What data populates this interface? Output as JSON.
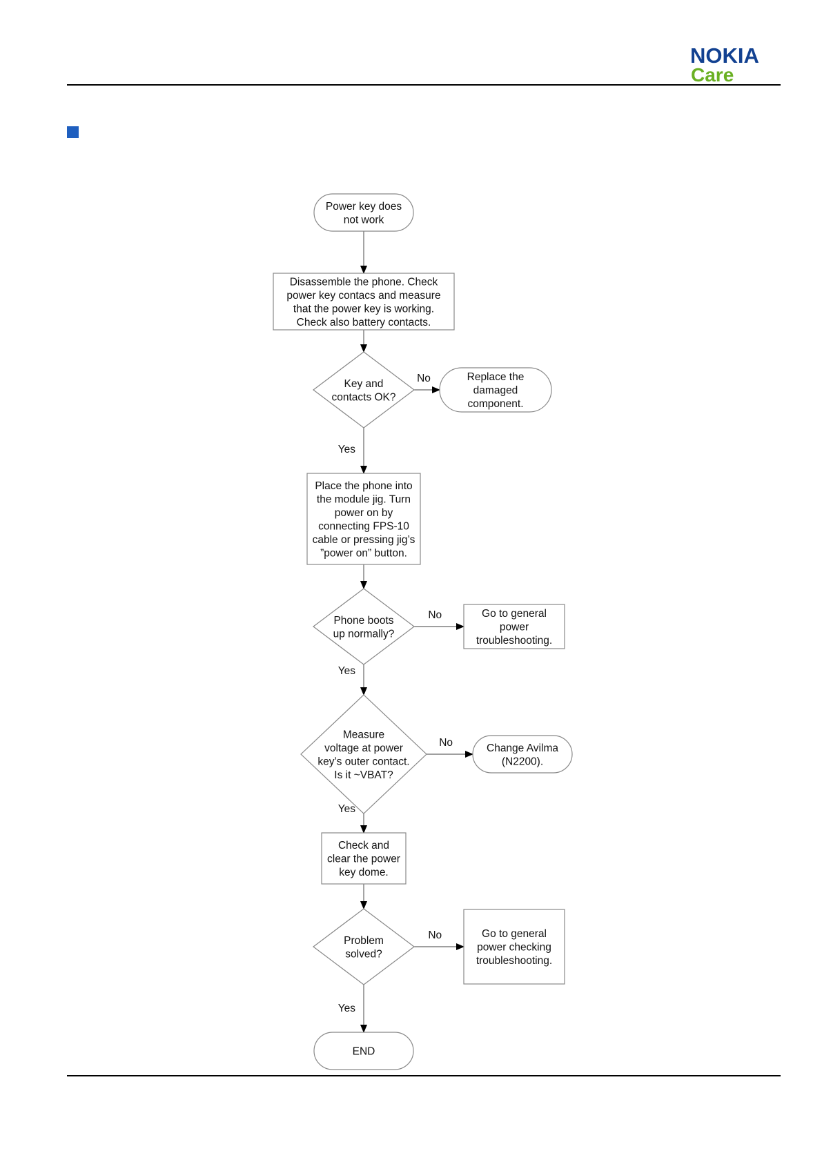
{
  "header": {
    "logo_word": "NOKIA",
    "logo_sub": "Care",
    "brand_colors": {
      "nokia_blue": "#124191",
      "care_green": "#6ab023",
      "bullet_blue": "#1f5fbf"
    }
  },
  "flowchart": {
    "nodes": [
      {
        "id": "start",
        "shape": "terminal",
        "lines": [
          "Power key does",
          "not work"
        ]
      },
      {
        "id": "disassemble",
        "shape": "process",
        "lines": [
          "Disassemble the phone. Check",
          "power key contacs and measure",
          "that the power key is working.",
          "Check also battery contacts."
        ]
      },
      {
        "id": "key_ok",
        "shape": "decision",
        "lines": [
          "Key and",
          "contacts OK?"
        ]
      },
      {
        "id": "replace",
        "shape": "terminal",
        "lines": [
          "Replace the",
          "damaged",
          "component."
        ]
      },
      {
        "id": "jig",
        "shape": "process",
        "lines": [
          "Place the phone into",
          "the module jig. Turn",
          "power on by",
          "connecting FPS-10",
          "cable or pressing jig’s",
          "”power on” button."
        ]
      },
      {
        "id": "boots",
        "shape": "decision",
        "lines": [
          "Phone boots",
          "up normally?"
        ]
      },
      {
        "id": "general1",
        "shape": "process",
        "lines": [
          "Go to general",
          "power",
          "troubleshooting."
        ]
      },
      {
        "id": "measure",
        "shape": "decision",
        "lines": [
          "Measure",
          "voltage at power",
          "key’s outer contact.",
          "Is it ~VBAT?"
        ]
      },
      {
        "id": "avilma",
        "shape": "terminal",
        "lines": [
          "Change Avilma",
          "(N2200)."
        ]
      },
      {
        "id": "dome",
        "shape": "process",
        "lines": [
          "Check and",
          "clear the power",
          "key dome."
        ]
      },
      {
        "id": "solved",
        "shape": "decision",
        "lines": [
          "Problem",
          "solved?"
        ]
      },
      {
        "id": "general2",
        "shape": "process",
        "lines": [
          "Go to general",
          "power checking",
          "troubleshooting."
        ]
      },
      {
        "id": "end",
        "shape": "terminal",
        "lines": [
          "END"
        ]
      }
    ],
    "edges": [
      {
        "from": "start",
        "to": "disassemble",
        "label": ""
      },
      {
        "from": "disassemble",
        "to": "key_ok",
        "label": ""
      },
      {
        "from": "key_ok",
        "to": "replace",
        "label": "No"
      },
      {
        "from": "key_ok",
        "to": "jig",
        "label": "Yes"
      },
      {
        "from": "jig",
        "to": "boots",
        "label": ""
      },
      {
        "from": "boots",
        "to": "general1",
        "label": "No"
      },
      {
        "from": "boots",
        "to": "measure",
        "label": "Yes"
      },
      {
        "from": "measure",
        "to": "avilma",
        "label": "No"
      },
      {
        "from": "measure",
        "to": "dome",
        "label": "Yes"
      },
      {
        "from": "dome",
        "to": "solved",
        "label": ""
      },
      {
        "from": "solved",
        "to": "general2",
        "label": "No"
      },
      {
        "from": "solved",
        "to": "end",
        "label": "Yes"
      }
    ]
  }
}
